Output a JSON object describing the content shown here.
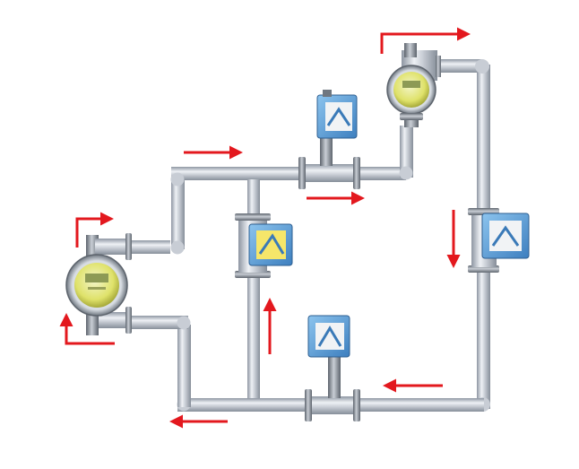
{
  "diagram": {
    "colors": {
      "background": "#ffffff",
      "pipe_light": "#dfe3ea",
      "pipe_mid": "#b4bbc6",
      "pipe_dark": "#8a929e",
      "flow_arrow": "#e3181e",
      "meter_blue": "#5aa0d6",
      "display_yellow": "#e6e86a",
      "flange_metal": "#7f868f"
    },
    "meters": [
      {
        "name": "round-digital-flowmeter-left",
        "kind": "round-digital"
      },
      {
        "name": "round-digital-flowmeter-top-right",
        "kind": "round-digital"
      },
      {
        "name": "box-flowmeter-top-center",
        "kind": "blue-box"
      },
      {
        "name": "box-flowmeter-center",
        "kind": "blue-box"
      },
      {
        "name": "box-flowmeter-right",
        "kind": "blue-box"
      },
      {
        "name": "box-flowmeter-bottom",
        "kind": "blue-box"
      }
    ],
    "flow_arrows": [
      {
        "name": "flow-arrow-top-left-right"
      },
      {
        "name": "flow-arrow-under-top-meter-right"
      },
      {
        "name": "flow-arrow-top-right-corner"
      },
      {
        "name": "flow-arrow-right-down"
      },
      {
        "name": "flow-arrow-bottom-left"
      },
      {
        "name": "flow-arrow-bottom-far-left"
      },
      {
        "name": "flow-arrow-center-up"
      },
      {
        "name": "flow-arrow-left-meter-top"
      },
      {
        "name": "flow-arrow-left-meter-bottom"
      }
    ]
  }
}
